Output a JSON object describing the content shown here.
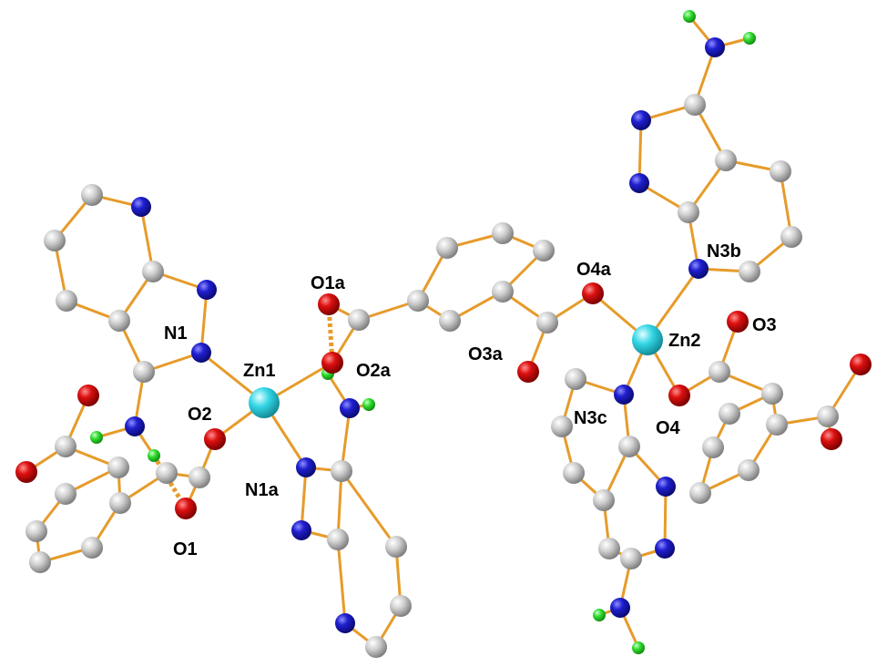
{
  "colors": {
    "bond": "#E69B2A",
    "hbond": "#E69B2A",
    "C": "#B9B9B9",
    "N": "#1B1BC8",
    "O": "#D21414",
    "H": "#2BD82B",
    "Zn": "#2FD3E3"
  },
  "labels": {
    "N1": "N1",
    "Zn1": "Zn1",
    "O1a": "O1a",
    "O2a": "O2a",
    "O2": "O2",
    "N1a": "N1a",
    "O1": "O1",
    "O4a": "O4a",
    "O3a": "O3a",
    "Zn2": "Zn2",
    "N3b": "N3b",
    "O3": "O3",
    "N3c": "N3c",
    "O4": "O4"
  }
}
